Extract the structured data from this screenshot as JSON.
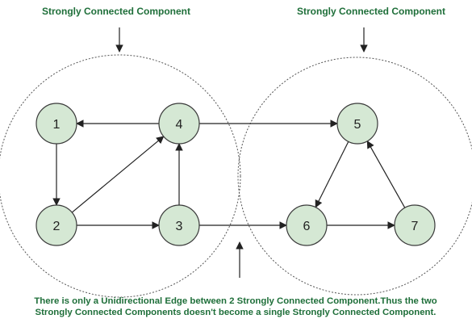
{
  "labels": {
    "component_left": "Strongly Connected Component",
    "component_right": "Strongly Connected Component"
  },
  "caption": {
    "line1": "There is only a Unidirectional Edge between 2 Strongly Connected Component.Thus the two",
    "line2": "Strongly Connected Components doesn't become a single Strongly Connected Component."
  },
  "nodes": [
    {
      "id": "1",
      "label": "1"
    },
    {
      "id": "2",
      "label": "2"
    },
    {
      "id": "3",
      "label": "3"
    },
    {
      "id": "4",
      "label": "4"
    },
    {
      "id": "5",
      "label": "5"
    },
    {
      "id": "6",
      "label": "6"
    },
    {
      "id": "7",
      "label": "7"
    }
  ],
  "edges": [
    {
      "from": "4",
      "to": "1"
    },
    {
      "from": "1",
      "to": "2"
    },
    {
      "from": "2",
      "to": "4"
    },
    {
      "from": "2",
      "to": "3"
    },
    {
      "from": "3",
      "to": "4"
    },
    {
      "from": "4",
      "to": "5"
    },
    {
      "from": "3",
      "to": "6"
    },
    {
      "from": "5",
      "to": "6"
    },
    {
      "from": "6",
      "to": "7"
    },
    {
      "from": "7",
      "to": "5"
    }
  ],
  "colors": {
    "node_fill": "#d5e8d4",
    "text_green": "#1f6f3a"
  }
}
